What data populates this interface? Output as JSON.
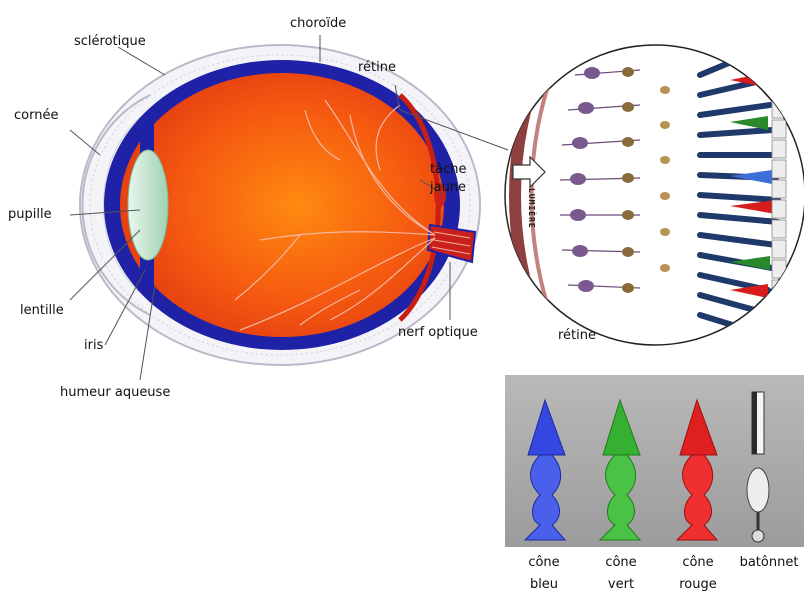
{
  "eye_labels": {
    "sclerotique": "sclérotique",
    "choroide": "choroïde",
    "retine": "rétine",
    "cornee": "cornée",
    "tache_line1": "tâche",
    "tache_line2": "jaune",
    "pupille": "pupille",
    "lentille": "lentille",
    "iris": "iris",
    "nerf_optique": "nerf optique",
    "humeur_aqueuse": "humeur aqueuse"
  },
  "zoom": {
    "retine_label": "rétine",
    "lumiere_label": "LUMIÈRE"
  },
  "photoreceptors": [
    {
      "line1": "cône",
      "line2": "bleu",
      "color": "#2f4bd8"
    },
    {
      "line1": "cône",
      "line2": "vert",
      "color": "#2fae2a"
    },
    {
      "line1": "cône",
      "line2": "rouge",
      "color": "#d81c1c"
    },
    {
      "line1": "batônnet",
      "line2": "",
      "color": "#d0d0d0"
    }
  ],
  "colors": {
    "vitreous": "#f25a10",
    "choroid_band": "#1e22a8",
    "sclera_outline": "#b8b8c8",
    "lens": "#bfe3cc",
    "panel_bg": "#a7a7a7"
  }
}
